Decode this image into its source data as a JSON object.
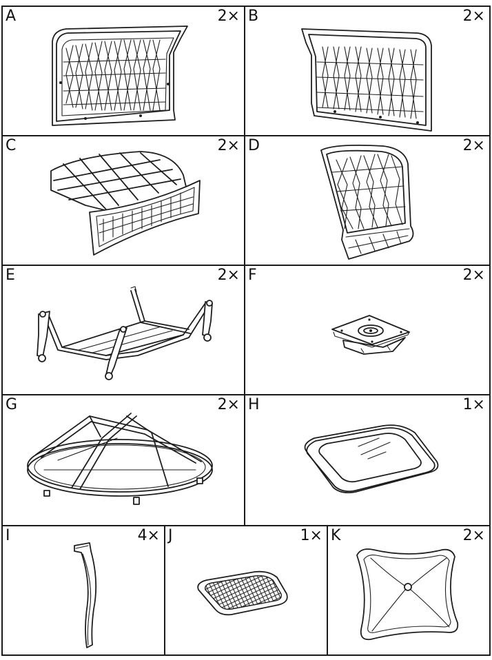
{
  "parts": [
    {
      "letter": "A",
      "qty": "2×",
      "icon": "woven-back-panel-left"
    },
    {
      "letter": "B",
      "qty": "2×",
      "icon": "woven-back-panel-right"
    },
    {
      "letter": "C",
      "qty": "2×",
      "icon": "seat-frame-with-straps"
    },
    {
      "letter": "D",
      "qty": "2×",
      "icon": "woven-backrest"
    },
    {
      "letter": "E",
      "qty": "2×",
      "icon": "base-frame-with-arms"
    },
    {
      "letter": "F",
      "qty": "2×",
      "icon": "swivel-plate"
    },
    {
      "letter": "G",
      "qty": "2×",
      "icon": "round-base-ring"
    },
    {
      "letter": "H",
      "qty": "1×",
      "icon": "glass-table-top"
    },
    {
      "letter": "I",
      "qty": "4×",
      "icon": "curved-leg"
    },
    {
      "letter": "J",
      "qty": "1×",
      "icon": "mesh-panel"
    },
    {
      "letter": "K",
      "qty": "2×",
      "icon": "seat-cushion"
    }
  ]
}
